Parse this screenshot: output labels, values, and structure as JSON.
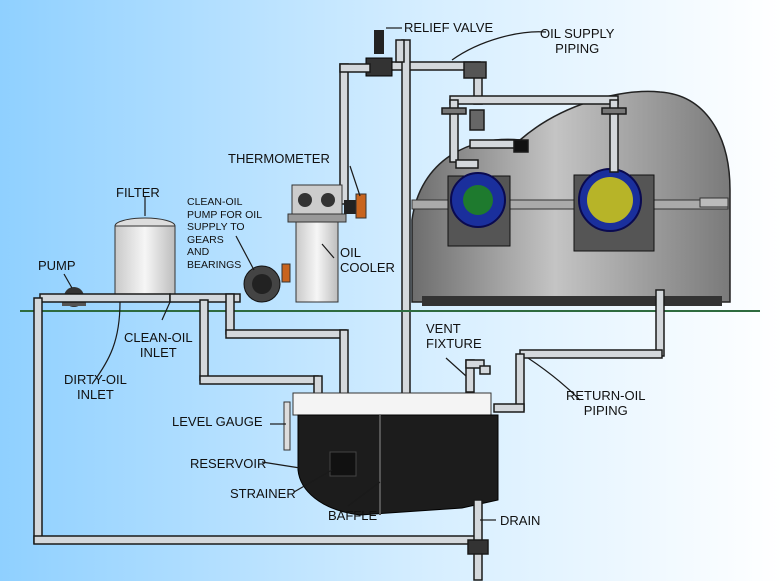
{
  "colors": {
    "background_left": "#8fd0ff",
    "background_right": "#ffffff",
    "ground_line": "#2e6b3f",
    "pipe_fill": "#d4d8dc",
    "pipe_outline": "#1a1a1a",
    "oil": "#1c1c1c",
    "gear_housing": "#8a8a8a",
    "bearing_blue": "#1a2f9c",
    "bearing_green": "#1e7a2e",
    "bearing_yellow": "#b7b428",
    "thermometer": "#c8641e"
  },
  "labels": {
    "relief_valve": "RELIEF VALVE",
    "oil_supply_piping": "OIL SUPPLY\nPIPING",
    "thermometer": "THERMOMETER",
    "filter": "FILTER",
    "clean_oil_pump": "CLEAN-OIL\nPUMP FOR OIL\nSUPPLY TO\nGEARS\nAND\nBEARINGS",
    "oil_cooler": "OIL\nCOOLER",
    "pump": "PUMP",
    "clean_oil_inlet": "CLEAN-OIL\nINLET",
    "dirty_oil_inlet": "DIRTY-OIL\nINLET",
    "vent_fixture": "VENT\nFIXTURE",
    "return_oil_piping": "RETURN-OIL\nPIPING",
    "level_gauge": "LEVEL GAUGE",
    "reservoir": "RESERVOIR",
    "strainer": "STRAINER",
    "baffle": "BAFFLE",
    "drain": "DRAIN"
  }
}
